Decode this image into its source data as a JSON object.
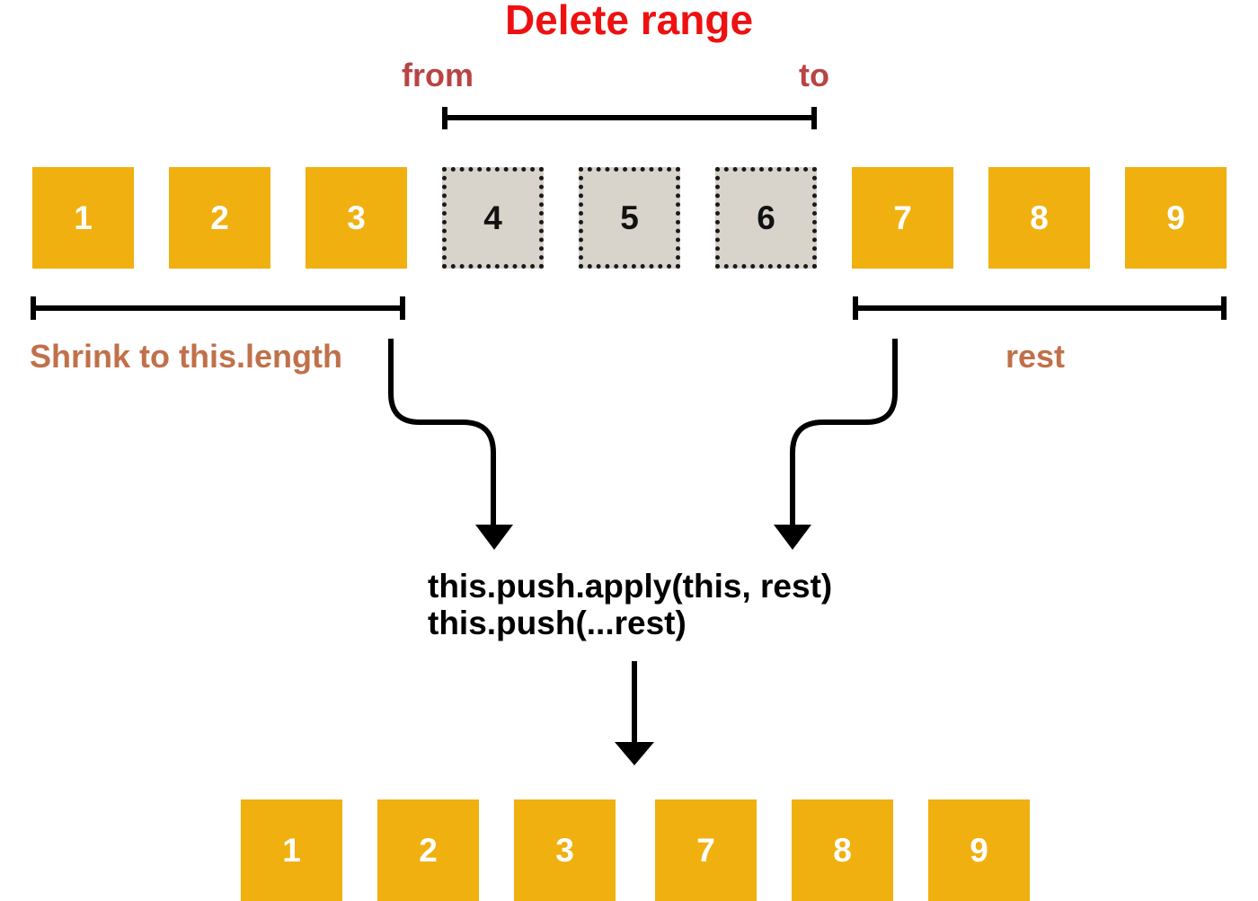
{
  "title": "Delete range",
  "range_labels": {
    "from": "from",
    "to": "to"
  },
  "segment_labels": {
    "shrink": "Shrink to this.length",
    "rest": "rest"
  },
  "original_array": [
    "1",
    "2",
    "3",
    "4",
    "5",
    "6",
    "7",
    "8",
    "9"
  ],
  "deleted_items": [
    "4",
    "5",
    "6"
  ],
  "code": {
    "line1": "this.push.apply(this, rest)",
    "line2": "this.push(...rest)"
  },
  "result_array": [
    "1",
    "2",
    "3",
    "7",
    "8",
    "9"
  ],
  "colors": {
    "title": "#ee1111",
    "range_labels": "#b84444",
    "segment_labels": "#c0714a",
    "kept_box": "#f0b010",
    "deleted_box": "#d8d3cb",
    "lines": "#000000"
  }
}
